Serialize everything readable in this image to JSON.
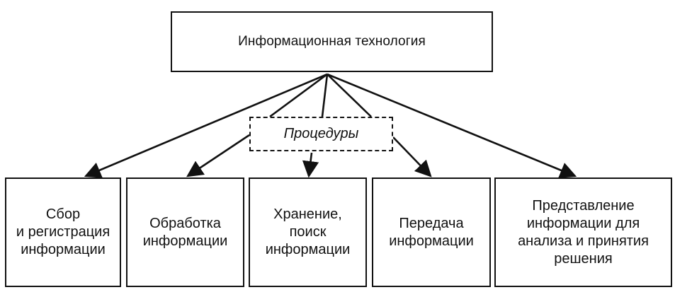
{
  "diagram": {
    "root": {
      "label": "Информационная технология"
    },
    "procedures": {
      "label": "Процедуры"
    },
    "leaves": [
      {
        "label": "Сбор\nи регистрация\nинформации"
      },
      {
        "label": "Обработка\nинформации"
      },
      {
        "label": "Хранение,\nпоиск\nинформации"
      },
      {
        "label": "Передача\nинформации"
      },
      {
        "label": "Представление\nинформации для\nанализа и принятия\nрешения"
      }
    ]
  }
}
